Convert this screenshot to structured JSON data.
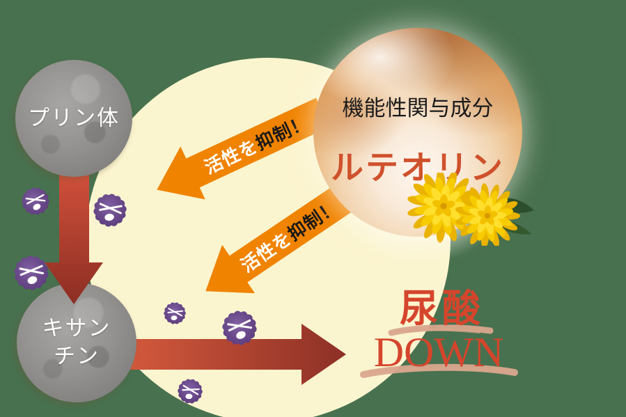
{
  "colors": {
    "background": "#48714f",
    "halo_yellow": "#fbf5cf",
    "arrow_orange": "#f08300",
    "red_arrow_from": "#d85c3e",
    "red_arrow_to": "#8d3026",
    "enzyme_purple": "#6b4a8c",
    "result_red": "#d5452c",
    "brush_tan": "#d9a78d",
    "flower_yellow": "#ffd900",
    "leaf_green": "#2f5130"
  },
  "nodes": {
    "purine": {
      "label": "プリン体"
    },
    "xanthine": {
      "line1": "キサン",
      "line2": "チン"
    },
    "luteolin": {
      "subtitle": "機能性関与成分",
      "title": "ルテオリン"
    }
  },
  "arrows": {
    "inhibit_white": "活性を",
    "inhibit_black": "抑制！"
  },
  "result": {
    "kanji": "尿酸",
    "word": "DOWN"
  },
  "icons": {
    "enzyme": "inactivated-enzyme-icon",
    "flower": "chrysanthemum-flower-icon",
    "down_arrow": "red-down-arrow",
    "right_arrow": "red-right-arrow"
  }
}
